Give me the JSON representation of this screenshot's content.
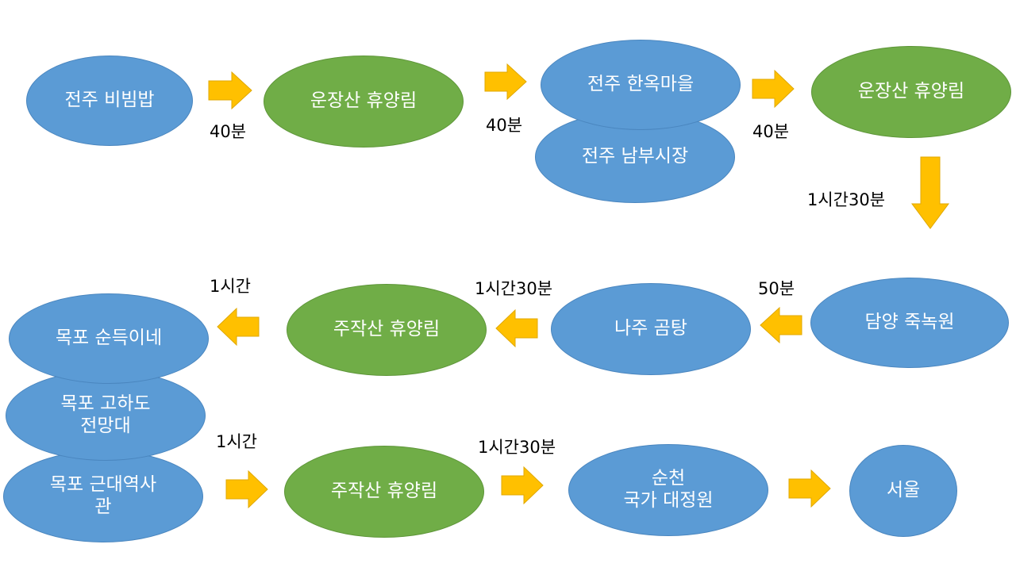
{
  "nodes": [
    {
      "id": "n1",
      "label": "전주 비빔밥",
      "kind": "blue"
    },
    {
      "id": "n2",
      "label": "운장산 휴양림",
      "kind": "green"
    },
    {
      "id": "n3a",
      "label": "전주 한옥마을",
      "kind": "blue"
    },
    {
      "id": "n3b",
      "label": "전주 남부시장",
      "kind": "blue"
    },
    {
      "id": "n4",
      "label": "운장산 휴양림",
      "kind": "green"
    },
    {
      "id": "n5",
      "label": "담양 죽녹원",
      "kind": "blue"
    },
    {
      "id": "n6",
      "label": "나주 곰탕",
      "kind": "blue"
    },
    {
      "id": "n7",
      "label": "주작산 휴양림",
      "kind": "green"
    },
    {
      "id": "n8a",
      "label": "목포 순득이네",
      "kind": "blue"
    },
    {
      "id": "n8b",
      "label": "목포 고하도\n전망대",
      "kind": "blue"
    },
    {
      "id": "n8c",
      "label": "목포 근대역사\n관",
      "kind": "blue"
    },
    {
      "id": "n9",
      "label": "주작산 휴양림",
      "kind": "green"
    },
    {
      "id": "n10",
      "label": "순천\n국가 대정원",
      "kind": "blue"
    },
    {
      "id": "n11",
      "label": "서울",
      "kind": "blue"
    }
  ],
  "edges": [
    {
      "from": "n1",
      "to": "n2",
      "time": "40분",
      "direction": "right"
    },
    {
      "from": "n2",
      "to": "n3a",
      "time": "40분",
      "direction": "right"
    },
    {
      "from": "n3a",
      "to": "n4",
      "time": "40분",
      "direction": "right"
    },
    {
      "from": "n4",
      "to": "n5",
      "time": "1시간30분",
      "direction": "down"
    },
    {
      "from": "n5",
      "to": "n6",
      "time": "50분",
      "direction": "left"
    },
    {
      "from": "n6",
      "to": "n7",
      "time": "1시간30분",
      "direction": "left"
    },
    {
      "from": "n7",
      "to": "n8a",
      "time": "1시간",
      "direction": "left"
    },
    {
      "from": "n8c",
      "to": "n9",
      "time": "1시간",
      "direction": "right"
    },
    {
      "from": "n9",
      "to": "n10",
      "time": "1시간30분",
      "direction": "right"
    },
    {
      "from": "n10",
      "to": "n11",
      "time": "",
      "direction": "right"
    }
  ],
  "colors": {
    "blue_node": "#5b9bd5",
    "green_node": "#70ad47",
    "arrow_fill": "#ffc000",
    "arrow_stroke": "#e0a800"
  }
}
